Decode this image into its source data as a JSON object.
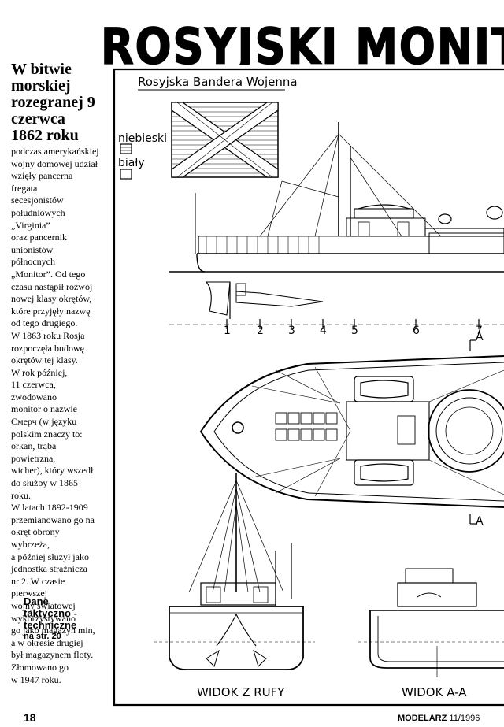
{
  "header": {
    "title": "ROSYJSKI MONITOR"
  },
  "article": {
    "headline": "W bitwie morskiej rozegranej 9 czerwca 1862 roku",
    "body_lines": [
      "podczas amerykańskiej",
      "wojny domowej udział",
      "wzięły pancerna fregata",
      "secesjonistów",
      "południowych „Virginia”",
      "oraz pancernik",
      "unionistów północnych",
      "„Monitor”. Od tego",
      "czasu nastąpił rozwój",
      "nowej klasy okrętów,",
      "które przyjęły nazwę",
      "od tego drugiego.",
      "W 1863 roku Rosja",
      "rozpoczęła budowę",
      "okrętów tej klasy.",
      "W rok później,",
      "11 czerwca, zwodowano",
      "monitor o nazwie",
      "Смерч (w języku",
      "polskim znaczy to:",
      "orkan, trąba powietrzna,",
      "wicher), który wszedł",
      "do służby w 1865 roku.",
      "W latach 1892-1909",
      "przemianowano go na",
      "okręt obrony wybrzeża,",
      "a później służył jako",
      "jednostka strażnicza",
      "nr 2. W czasie pierwszej",
      "wojny światowej",
      "wykorzystywano",
      "go jako magazyn min,",
      "a w okresie drugiej",
      "był magazynem floty.",
      "Złomowano go",
      "w 1947 roku."
    ]
  },
  "sidebar_note": {
    "line1": "Dane",
    "line2": "taktyczno -",
    "line3": "techniczne",
    "line4": "na str. 20"
  },
  "drawing": {
    "flag_title": "Rosyjska Bandera Wojenna",
    "legend_blue": "niebieski",
    "legend_white": "biały",
    "frame_numbers": [
      "1",
      "2",
      "3",
      "4",
      "5",
      "6",
      "7"
    ],
    "section_marker_top": "A",
    "section_marker_bottom": "A",
    "view_stern_label": "WIDOK Z RUFY",
    "view_section_label": "WIDOK A-A"
  },
  "footer": {
    "page_number": "18",
    "magazine": "MODELARZ",
    "issue": "11/1996"
  }
}
